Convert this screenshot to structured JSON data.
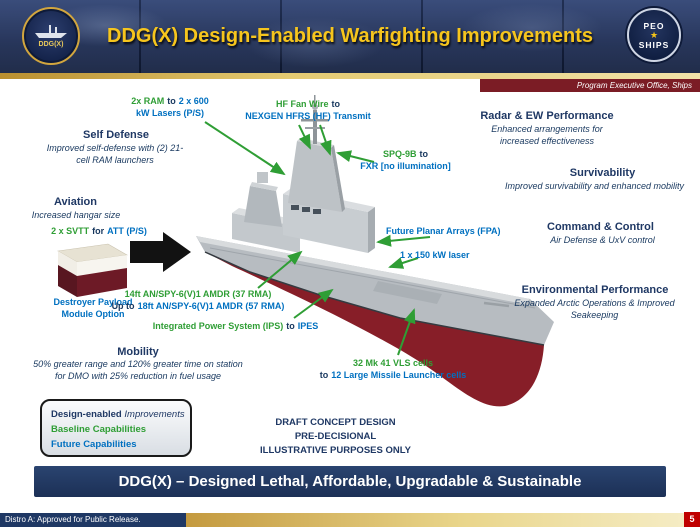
{
  "colors": {
    "green": "#2f9e35",
    "blue": "#0070c0",
    "navy": "#1f3864",
    "gold": "#f6c51d",
    "maroon": "#7b1c25",
    "hull_red": "#871e28"
  },
  "header": {
    "title": "DDG(X) Design-Enabled Warfighting Improvements",
    "left_seal_label": "DDG(X)",
    "right_seal_top": "PEO",
    "right_seal_star": "★",
    "right_seal_bottom": "SHIPS",
    "office_label": "Program Executive Office, Ships"
  },
  "callouts": {
    "ram": {
      "green": "2x RAM",
      "mid": "to",
      "blue1": "2 x 600",
      "blue2": "kW Lasers (P/S)"
    },
    "hf": {
      "green": "HF Fan Wire",
      "mid": "to",
      "blue": "NEXGEN HFRS (HF) Transmit"
    },
    "spq": {
      "green": "SPQ-9B",
      "mid": "to",
      "blue": "FXR [no illumination]"
    },
    "svtt": {
      "green": "2 x SVTT",
      "mid": "for",
      "blue": "ATT (P/S)"
    },
    "spy": {
      "green": "14ft AN/SPY-6(V)1 AMDR (37 RMA)",
      "mid": "Up to",
      "blue": "18ft AN/SPY-6(V)1 AMDR (57 RMA)"
    },
    "ips": {
      "green": "Integrated Power System (IPS)",
      "mid": "to",
      "blue": "IPES"
    },
    "vls": {
      "green": "32 Mk 41 VLS cells",
      "mid": "to",
      "blue": "12 Large Missile Launcher cells"
    },
    "fpa": "Future Planar Arrays (FPA)",
    "laser": "1 x 150 kW laser",
    "payload": {
      "line1": "Destroyer Payload",
      "line2": "Module Option"
    }
  },
  "features_left": {
    "self_defense": {
      "title": "Self Defense",
      "desc": "Improved self-defense with (2) 21-cell RAM launchers"
    },
    "aviation": {
      "title": "Aviation",
      "desc": "Increased hangar size"
    },
    "mobility": {
      "title": "Mobility",
      "desc": "50% greater range and 120% greater time on station for DMO with 25% reduction in fuel usage"
    }
  },
  "features_right": [
    {
      "title": "Radar & EW Performance",
      "desc": "Enhanced arrangements for increased effectiveness"
    },
    {
      "title": "Survivability",
      "desc": "Improved survivability and enhanced mobility"
    },
    {
      "title": "Command & Control",
      "desc": "Air Defense & UxV control"
    },
    {
      "title": "Environmental Performance",
      "desc": "Expanded Arctic Operations & Improved Seakeeping"
    }
  ],
  "draft_note": {
    "line1": "DRAFT CONCEPT DESIGN",
    "line2": "PRE-DECISIONAL",
    "line3": "ILLUSTRATIVE PURPOSES ONLY"
  },
  "legend": {
    "design_bold": "Design-enabled",
    "design_italic": "Improvements",
    "baseline": "Baseline Capabilities",
    "future": "Future Capabilities"
  },
  "footer": {
    "banner": "DDG(X) – Designed Lethal, Affordable, Upgradable & Sustainable",
    "distro": "Distro A: Approved for Public Release.",
    "page": "5"
  }
}
